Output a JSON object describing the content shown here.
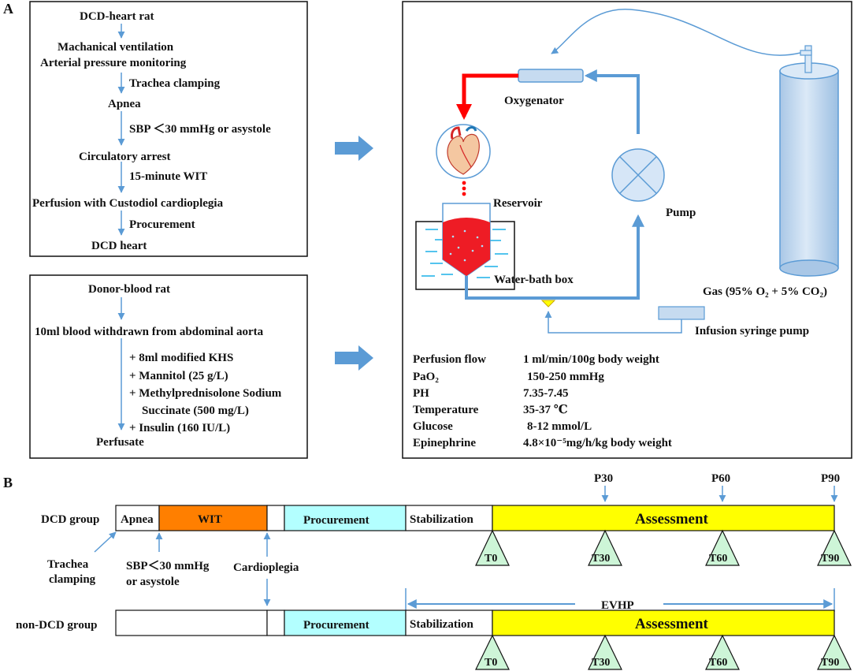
{
  "panel_a": {
    "label": "A",
    "dcd_flow": {
      "steps": [
        "DCD-heart rat",
        "Machanical ventilation",
        "Arterial pressure monitoring",
        "Apnea",
        "Circulatory arrest",
        "Perfusion with Custodiol cardioplegia",
        "DCD heart"
      ],
      "annotations": [
        "Trachea clamping",
        "SBP ＜30 mmHg or asystole",
        "15-minute WIT",
        "Procurement"
      ]
    },
    "blood_flow": {
      "start": "Donor-blood rat",
      "withdraw": "10ml blood withdrawn from abdominal aorta",
      "additives": [
        "+ 8ml modified KHS",
        "+ Mannitol (25 g/L)",
        "+ Methylprednisolone Sodium",
        "Succinate (500 mg/L)",
        "+ Insulin (160 IU/L)"
      ],
      "end": "Perfusate"
    },
    "circuit": {
      "oxygenator": "Oxygenator",
      "reservoir": "Reservoir",
      "pump": "Pump",
      "water_bath": "Water-bath box",
      "gas": "Gas (95% O₂ + 5% CO₂)",
      "syringe": "Infusion syringe pump"
    },
    "parameters": [
      {
        "name": "Perfusion flow",
        "value": "1 ml/min/100g body weight"
      },
      {
        "name": "PaO₂",
        "value": "150-250 mmHg"
      },
      {
        "name": "PH",
        "value": "7.35-7.45"
      },
      {
        "name": "Temperature",
        "value": "35-37 ℃"
      },
      {
        "name": "Glucose",
        "value": "8-12 mmol/L"
      },
      {
        "name": "Epinephrine",
        "value": "4.8×10⁻⁵mg/h/kg body weight"
      }
    ]
  },
  "panel_b": {
    "label": "B",
    "dcd_group": "DCD group",
    "non_dcd_group": "non-DCD group",
    "apnea": "Apnea",
    "wit": "WIT",
    "procurement": "Procurement",
    "stabilization": "Stabilization",
    "assessment": "Assessment",
    "p_markers": [
      "P30",
      "P60",
      "P90"
    ],
    "t_markers": [
      "T0",
      "T30",
      "T60",
      "T90"
    ],
    "trachea": [
      "Trachea",
      "clamping"
    ],
    "sbp": [
      "SBP＜30 mmHg",
      "or asystole"
    ],
    "cardioplegia": "Cardioplegia",
    "evhp": "EVHP"
  },
  "colors": {
    "arrow_blue": "#5b9bd5",
    "wit_orange": "#ff7f00",
    "procurement_cyan": "#b3ffff",
    "assessment_yellow": "#ffff00",
    "marker_green": "#cdf5d7",
    "tube_red": "#ff0000",
    "cylinder_blue": "#c6dbf0"
  }
}
